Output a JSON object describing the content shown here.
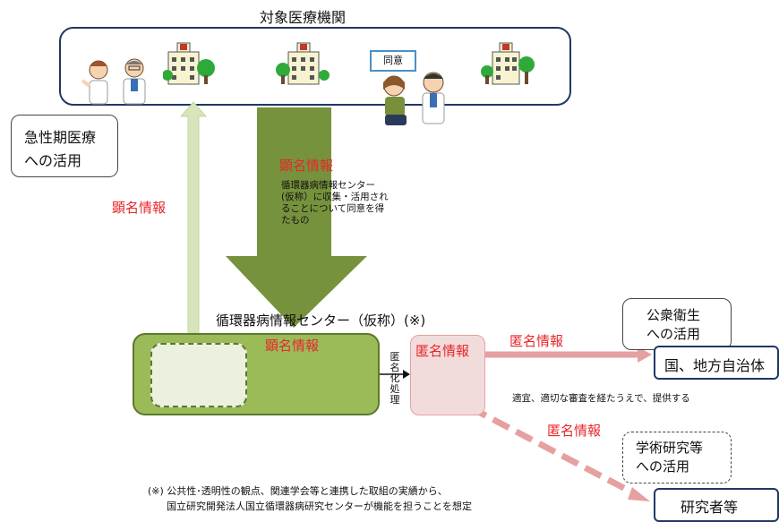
{
  "institution": {
    "title": "対象医療機関",
    "consent_label": "同意"
  },
  "acute": {
    "line1": "急性期医療",
    "line2": "への活用"
  },
  "left_arrow": {
    "label": "顕名情報"
  },
  "down_arrow": {
    "label": "顕名情報",
    "desc": [
      "循環器病情報センター",
      "(仮称）に収集・活用され",
      "ることについて同意を得",
      "たもの"
    ]
  },
  "center": {
    "title": "循環器病情報センター（仮称）(※)",
    "named_label": "顕名情報",
    "process_label": "匿名化処理",
    "anon_label": "匿名情報"
  },
  "flows": {
    "to_gov_label": "匿名情報",
    "to_research_label": "匿名情報",
    "review_note": "適宜、適切な審査を経たうえで、提供する"
  },
  "public": {
    "line1": "公衆衛生",
    "line2": "への活用"
  },
  "academic": {
    "line1": "学術研究等",
    "line2": "への活用"
  },
  "gov": {
    "label": "国、地方自治体"
  },
  "researcher": {
    "label": "研究者等"
  },
  "footnote": {
    "line1": "(※) 公共性･透明性の観点、関連学会等と連携した取組の実績から、",
    "line2": "国立研究開発法人国立循環器病研究センターが機能を担うことを想定"
  }
}
